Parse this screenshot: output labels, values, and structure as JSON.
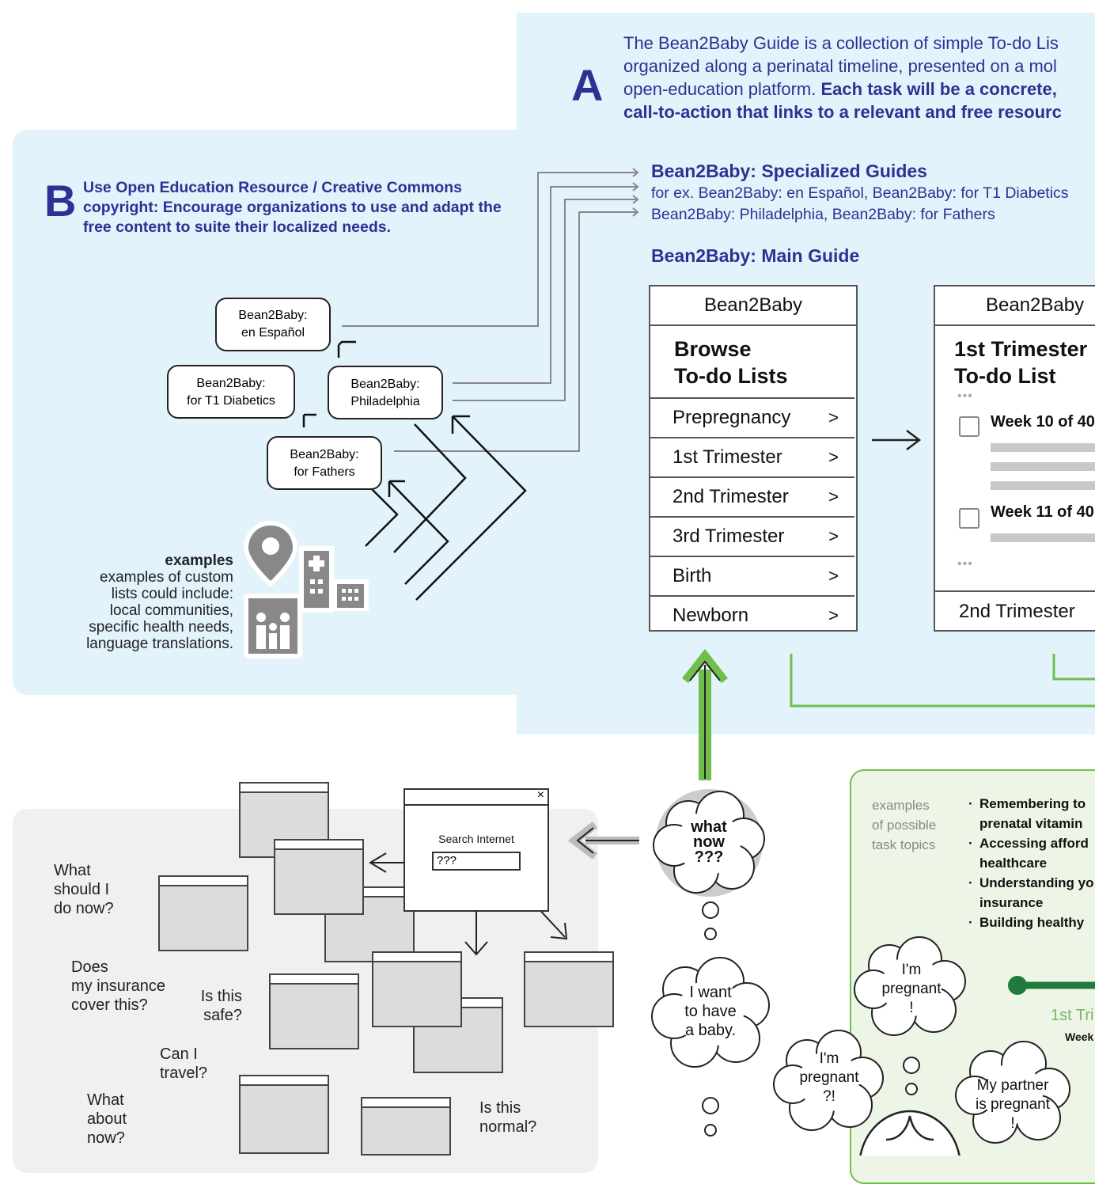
{
  "colors": {
    "panel_blue": "#e2f3fc",
    "text_blue": "#2e3192",
    "green": "#6fbf4a",
    "dark_green": "#1f7a3c",
    "panel_gray": "#f0f0f0"
  },
  "section_a": {
    "letter": "A",
    "lines": [
      "The Bean2Baby Guide is a collection of simple To-do Lis",
      "organized along a perinatal timeline, presented on a mol",
      "open-education platform.",
      "Each task will be a concrete,",
      "call-to-action that links to a relevant and free resourc"
    ]
  },
  "section_b": {
    "letter": "B",
    "text": "Use Open Education Resource / Creative Commons copyright: Encourage organizations to use and adapt the free content to suite their localized needs."
  },
  "specialized": {
    "title": "Bean2Baby: Specialized Guides",
    "line1": "for ex. Bean2Baby: en Español, Bean2Baby: for T1 Diabetics",
    "line2": "Bean2Baby: Philadelphia, Bean2Baby: for Fathers"
  },
  "main_guide_title": "Bean2Baby: Main Guide",
  "bubbles": {
    "espanol": [
      "Bean2Baby:",
      "en Español"
    ],
    "diabetics": [
      "Bean2Baby:",
      "for T1 Diabetics"
    ],
    "philadelphia": [
      "Bean2Baby:",
      "Philadelphia"
    ],
    "fathers": [
      "Bean2Baby:",
      "for Fathers"
    ]
  },
  "examples": {
    "heading": "examples",
    "lines": [
      "examples of custom",
      "lists could include:",
      "local communities,",
      "specific health needs,",
      "language translations."
    ]
  },
  "phone1": {
    "app": "Bean2Baby",
    "heading": [
      "Browse",
      "To-do Lists"
    ],
    "items": [
      "Prepregnancy",
      "1st Trimester",
      "2nd Trimester",
      "3rd Trimester",
      "Birth",
      "Newborn"
    ],
    "chevron": ">"
  },
  "phone2": {
    "app": "Bean2Baby",
    "heading": [
      "1st Trimester",
      "To-do List"
    ],
    "ellipsis": "•••",
    "week1": "Week 10 of 40",
    "week2": "Week 11 of 40",
    "footer": "2nd Trimester"
  },
  "search": {
    "title": "Search Internet",
    "query": "???"
  },
  "questions": {
    "q1": [
      "What",
      "should I",
      "do now?"
    ],
    "q2": [
      "Does",
      "my insurance",
      "cover this?"
    ],
    "q3": [
      "Is this",
      "safe?"
    ],
    "q4": [
      "Can I",
      "travel?"
    ],
    "q5": [
      "What",
      "about",
      "now?"
    ],
    "q6": [
      "Is this",
      "normal?"
    ]
  },
  "thoughts": {
    "what_now": [
      "what",
      "now",
      "???"
    ],
    "want_baby": [
      "I want",
      "to have",
      "a baby."
    ],
    "pregnant1": [
      "I'm",
      "pregnant",
      "?!"
    ],
    "pregnant2": [
      "I'm",
      "pregnant",
      "!"
    ],
    "partner": [
      "My partner",
      "is pregnant",
      "!"
    ]
  },
  "tasks": {
    "intro": [
      "examples",
      "of possible",
      "task topics"
    ],
    "items": [
      "Remembering to",
      "prenatal vitamin",
      "Accessing afford",
      "healthcare",
      "Understanding yo",
      "insurance",
      "Building healthy"
    ],
    "bullets": [
      true,
      false,
      true,
      false,
      true,
      false,
      true
    ]
  },
  "timeline": {
    "label": "1st Tri",
    "sub": "Week"
  }
}
